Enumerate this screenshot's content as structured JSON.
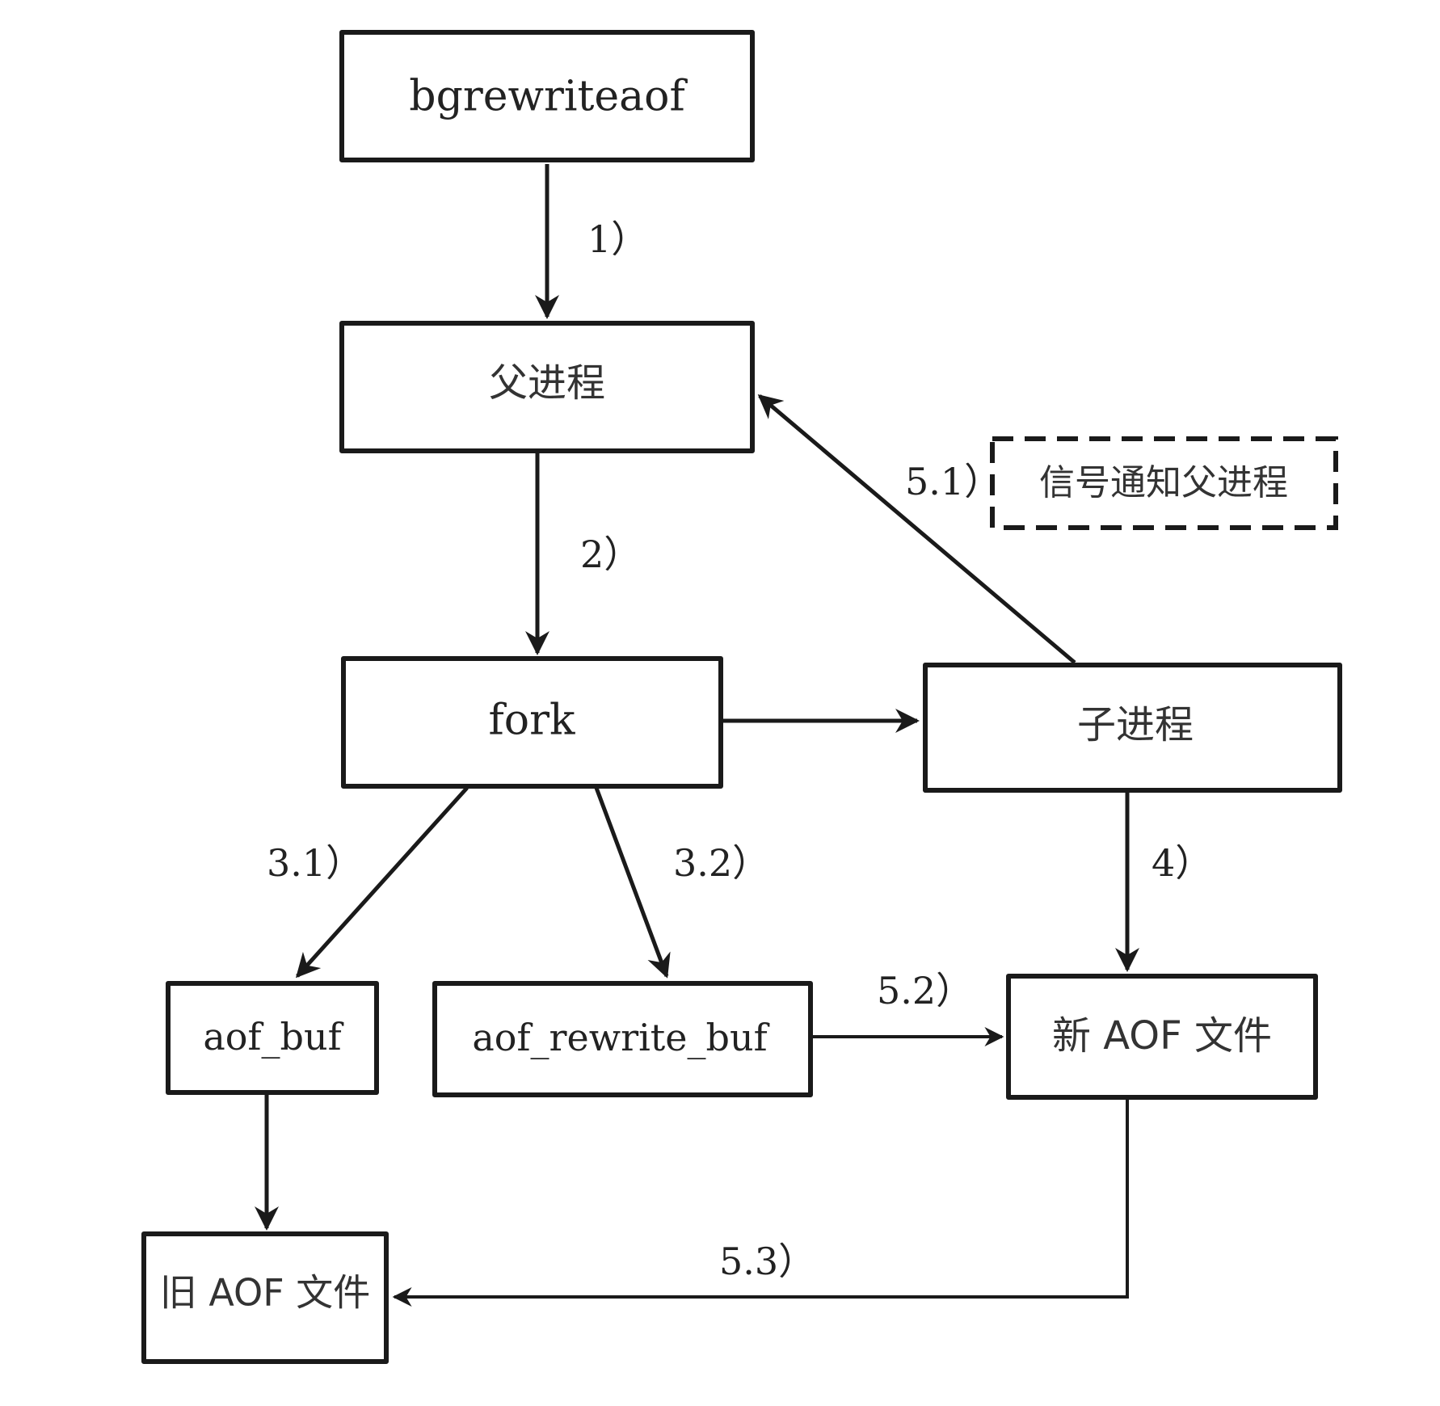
{
  "nodes": {
    "bgrewriteaof": "bgrewriteaof",
    "parent": "父进程",
    "fork": "fork",
    "child": "子进程",
    "signal_note": "信号通知父进程",
    "aof_buf": "aof_buf",
    "aof_rewrite_buf": "aof_rewrite_buf",
    "new_aof": "新 AOF 文件",
    "old_aof": "旧 AOF 文件"
  },
  "edges": {
    "e1": "1）",
    "e2": "2）",
    "e31": "3.1）",
    "e32": "3.2）",
    "e4": "4）",
    "e51": "5.1）",
    "e52": "5.2）",
    "e53": "5.3）"
  }
}
